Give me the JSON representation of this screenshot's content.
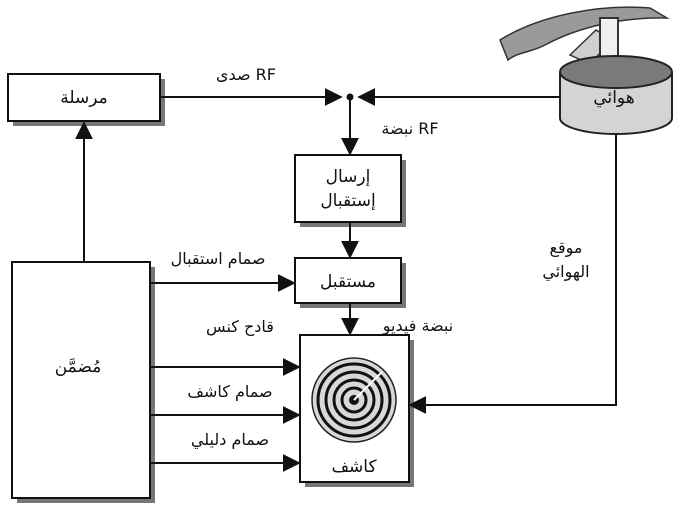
{
  "blocks": {
    "transmitter": "مرسلة",
    "antenna": "هوائي",
    "duplexer_line1": "إرسال",
    "duplexer_line2": "إستقبال",
    "receiver": "مستقبل",
    "modulator": "مُضمَّن",
    "display": "كاشف"
  },
  "signals": {
    "rf_echo": "صدى RF",
    "rf_pulse": "نبضة RF",
    "receive_gate": "صمام استقبال",
    "sync_trigger": "قادح كنس",
    "display_gate": "صمام كاشف",
    "marker_gate": "صمام دليلي",
    "video_pulse": "نبضة فيديو",
    "antenna_position_line1": "موقع",
    "antenna_position_line2": "الهوائي"
  },
  "colors": {
    "line": "#111111",
    "shadow": "#777777",
    "dish": "#9a9a9a"
  }
}
